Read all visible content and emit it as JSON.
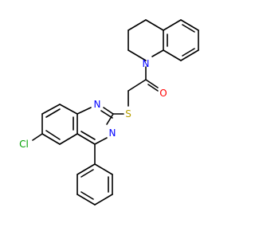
{
  "molecule": {
    "atoms": {
      "n_amide": "N",
      "o_carbonyl": "O",
      "s_thioether": "S",
      "n_quin_top": "N",
      "n_quin_bottom": "N",
      "cl": "Cl"
    },
    "colors": {
      "bond": "#000000",
      "nitrogen": "#0000ff",
      "oxygen": "#ff0000",
      "sulfur": "#b8a000",
      "chlorine": "#00a000",
      "background": "#ffffff"
    }
  }
}
